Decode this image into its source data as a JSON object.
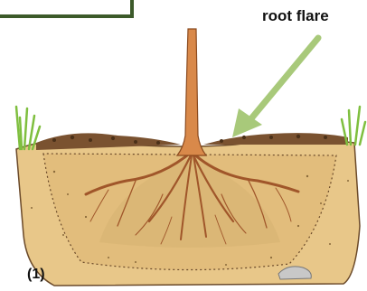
{
  "labels": {
    "annotation": "root flare",
    "panel_number": "(1)"
  },
  "colors": {
    "arrow": "#a8c97a",
    "frame_border": "#3c5a2a",
    "soil": "#e8c789",
    "soil_shadow": "#d4ad6a",
    "mulch": "#7a5230",
    "trunk": "#d9894a",
    "roots": "#a0562a",
    "grass": "#7fbf3f",
    "stone": "#c8c8c8"
  },
  "icons": {
    "arrow": "arrow-pointing-down-left"
  }
}
